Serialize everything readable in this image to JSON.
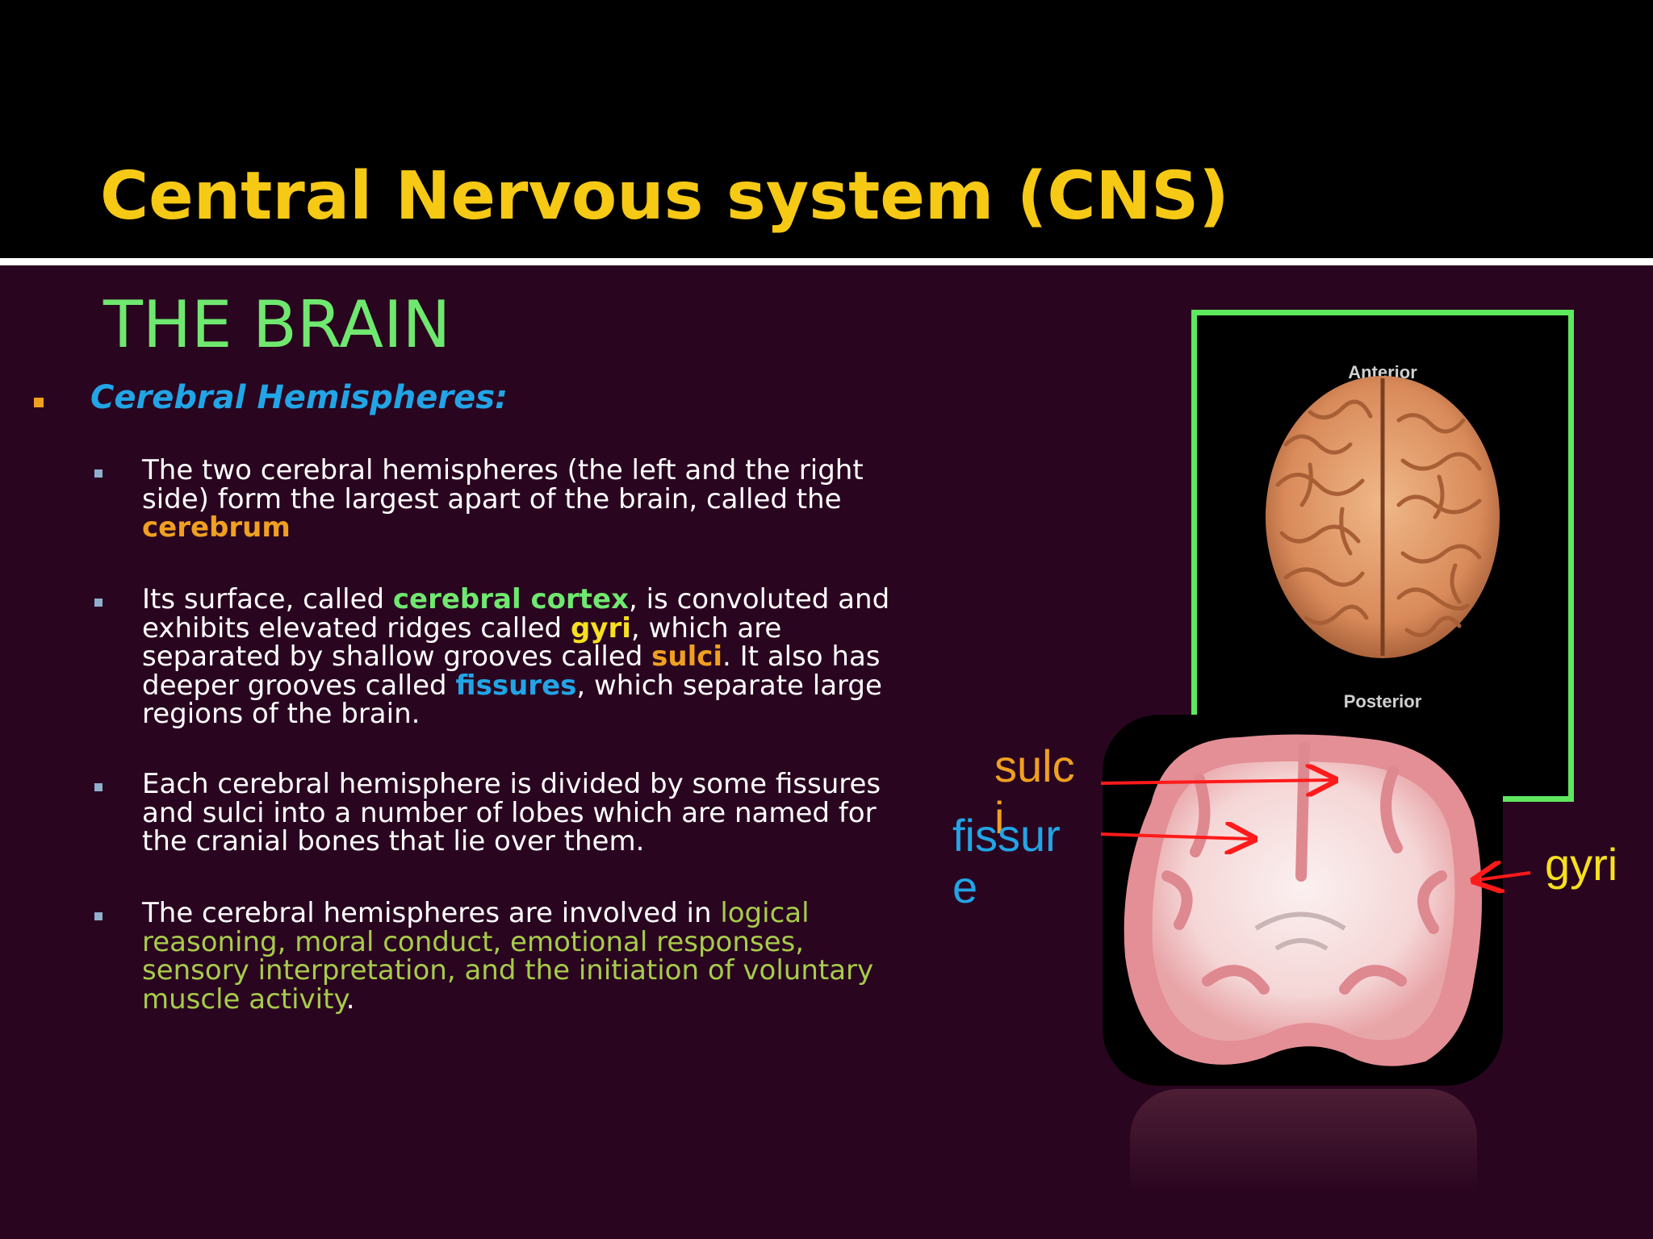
{
  "slide": {
    "title": "Central Nervous system (CNS)",
    "subtitle": "THE BRAIN",
    "heading": "Cerebral Hemispheres:"
  },
  "paragraphs": [
    {
      "t1": "The two cerebral hemispheres (the left and the right side) form the largest apart of the brain, called the ",
      "h1": "cerebrum"
    },
    {
      "t1": "Its surface, called ",
      "h1": "cerebral cortex",
      "t2": ",  is convoluted and exhibits elevated ridges called ",
      "h2": "gyri",
      "t3": ", which are separated by shallow grooves called ",
      "h3": "sulci",
      "t4": ".   It also has deeper grooves called ",
      "h4": "fissures",
      "t5": ", which separate large regions of the brain."
    },
    {
      "t1": "Each cerebral hemisphere is divided by some fissures and sulci into a number of lobes which are named for the cranial bones that lie over them."
    },
    {
      "t1": "The cerebral hemispheres are involved in ",
      "h1": "logical reasoning, moral conduct, emotional responses, sensory interpretation, and the initiation of voluntary muscle activity",
      "t2": "."
    }
  ],
  "brain_top_image": {
    "label_top": "Anterior",
    "label_bottom": "Posterior"
  },
  "annotations": {
    "sulci_line1": "sulc",
    "sulci_line2": "i",
    "fissure_line1": "fissur",
    "fissure_line2": "e",
    "gyri": "gyri"
  },
  "colors": {
    "background": "#2a0520",
    "title": "#f6c915",
    "subtitle": "#6fe86f",
    "heading": "#21a5e6",
    "frame": "#5ee85e",
    "arrow": "#ff1a1a"
  }
}
